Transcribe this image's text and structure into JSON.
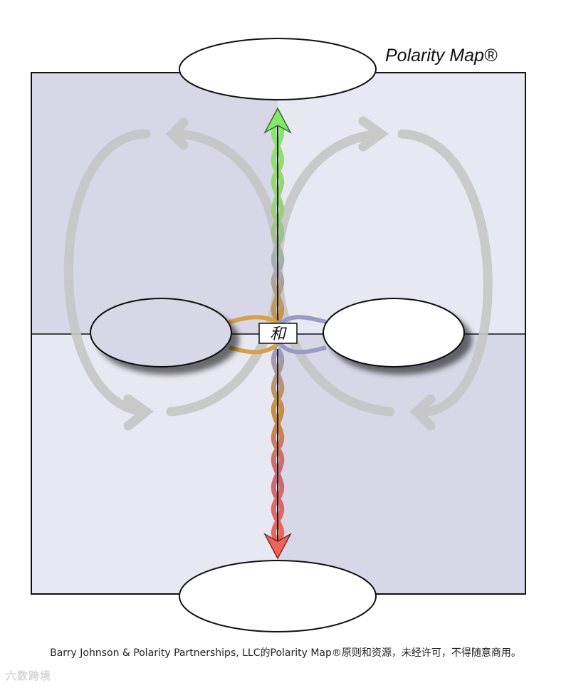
{
  "title": "Polarity Map®",
  "center_label": "和",
  "footer_text": "Barry Johnson & Polarity Partnerships, LLC的Polarity Map®原则和资源，未经许可，不得随意商用。",
  "watermark_text": "六数跨境",
  "colors": {
    "upper_left_fill": "#d7d7e8",
    "upper_right_fill": "#e8e8f2",
    "lower_left_fill": "#e8e8f2",
    "lower_right_fill": "#d7d7e8",
    "loop_arrow": "#c6c6c6",
    "arrow_up_green": "#86e86a",
    "arrow_down_red": "#ee6457",
    "strand_gold": "#d4a14a",
    "strand_blue": "#9a9ac8"
  },
  "icons": {
    "up_arrow": "arrow-up-icon",
    "down_arrow": "arrow-down-icon",
    "loop_arrows": "infinity-loop-icon"
  }
}
